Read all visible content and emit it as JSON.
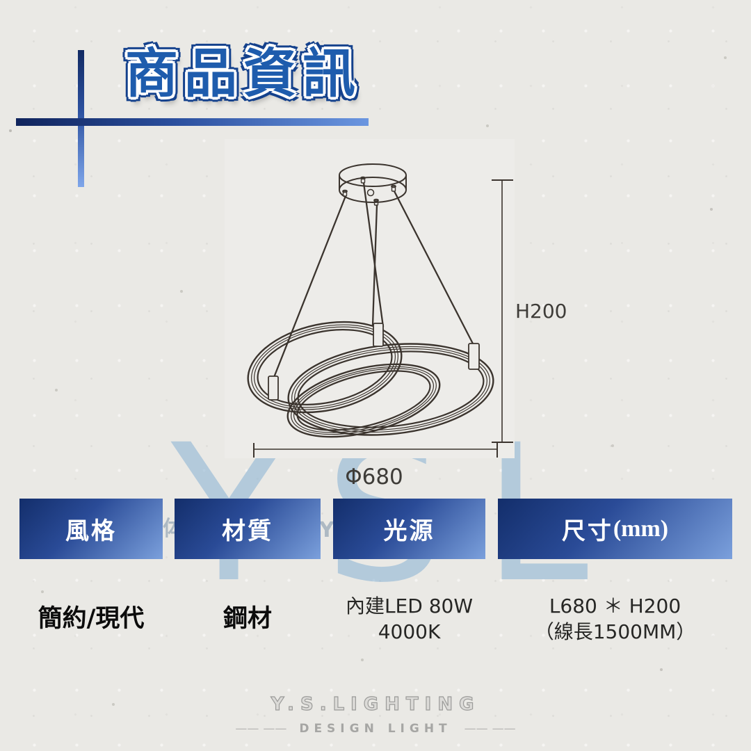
{
  "title": {
    "text": "商品資訊"
  },
  "diagram": {
    "height_label": "H200",
    "diameter_label": "Φ680"
  },
  "watermark": {
    "brand_large": "YSL",
    "fragment_cjk": "体",
    "fragment_latin": "Y"
  },
  "spec_table": {
    "columns": [
      {
        "header": "風格",
        "header_suffix": "",
        "values": [
          "簡約/現代",
          ""
        ]
      },
      {
        "header": "材質",
        "header_suffix": "",
        "values": [
          "鋼材",
          ""
        ]
      },
      {
        "header": "光源",
        "header_suffix": "",
        "values": [
          "內建LED 80W",
          "4000K"
        ]
      },
      {
        "header": "尺寸",
        "header_suffix": "(mm)",
        "values": [
          "L680 ＊ H200",
          "（線長1500MM）"
        ]
      }
    ]
  },
  "footer": {
    "brand": "Y.S.LIGHTING",
    "tagline": "DESIGN LIGHT",
    "dash": "——"
  },
  "colors": {
    "accent_dark": "#132e6b",
    "accent_light": "#7ba0dc",
    "title_blue": "#1e5cad",
    "watermark_blue": "#8cb4d4",
    "line_art": "#3b342e"
  }
}
